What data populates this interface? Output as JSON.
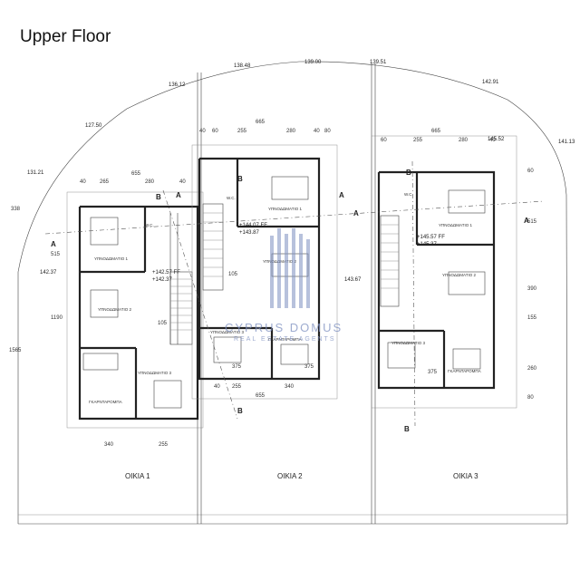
{
  "title": "Upper Floor",
  "houses": [
    {
      "label": "OIKIA 1",
      "levels": [
        "+142.57 FF",
        "+142.37"
      ],
      "rooms": [
        "ΥΠΝΟΔΩΜΑΤΙΟ 1",
        "ΥΠΝΟΔΩΜΑΤΙΟ 2",
        "ΥΠΝΟΔΩΜΑΤΙΟ 3",
        "ΓΚΑΡΝΤΑΡΟΜΠΑ",
        "W.C."
      ],
      "dims_top": [
        "655",
        "40",
        "265",
        "280",
        "40"
      ],
      "dims_bottom": [
        "340",
        "255"
      ],
      "dims_side": [
        "338",
        "515",
        "1190",
        "1565",
        "105"
      ]
    },
    {
      "label": "OIKIA 2",
      "levels": [
        "+144.07 FF",
        "+143.87"
      ],
      "rooms": [
        "ΥΠΝΟΔΩΜΑΤΙΟ 1",
        "ΥΠΝΟΔΩΜΑΤΙΟ 2",
        "ΥΠΝΟΔΩΜΑΤΙΟ 3",
        "ΓΚΑΡΝΤΑΡΟΜΠΑ",
        "W.C."
      ],
      "dims_top": [
        "665",
        "40",
        "60",
        "255",
        "280",
        "40",
        "80"
      ],
      "dims_bottom": [
        "40",
        "255",
        "340",
        "655",
        "375"
      ],
      "dims_side": [
        "105",
        "375"
      ]
    },
    {
      "label": "OIKIA 3",
      "levels": [
        "+145.57 FF",
        "+145.37"
      ],
      "rooms": [
        "ΥΠΝΟΔΩΜΑΤΙΟ 1",
        "ΥΠΝΟΔΩΜΑΤΙΟ 2",
        "ΥΠΝΟΔΩΜΑΤΙΟ 3",
        "ΓΚΑΡΝΤΑΡΟΜΠΑ",
        "W.C."
      ],
      "dims_top": [
        "665",
        "60",
        "255",
        "280",
        "40"
      ],
      "dims_bottom": [
        "375"
      ],
      "dims_side": [
        "515",
        "390",
        "155",
        "260",
        "60",
        "80"
      ]
    }
  ],
  "site_levels": [
    "127.50",
    "131.21",
    "136.12",
    "138.48",
    "139.00",
    "139.51",
    "142.91",
    "145.52",
    "141.13",
    "142.37",
    "143.67"
  ],
  "section_markers": [
    "A",
    "B"
  ],
  "watermark": {
    "name": "CYPRUS DOMUS",
    "tagline": "REAL ESTATE AGENTS"
  }
}
